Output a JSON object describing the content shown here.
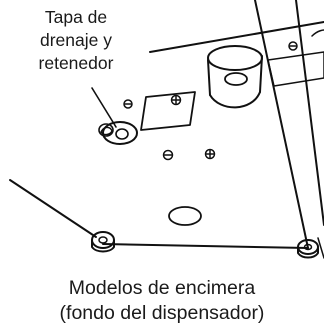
{
  "callout": {
    "lines": [
      "Tapa de",
      "drenaje y",
      "retenedor"
    ]
  },
  "caption": {
    "lines": [
      "Modelos de encimera",
      "(fondo del dispensador)"
    ]
  }
}
